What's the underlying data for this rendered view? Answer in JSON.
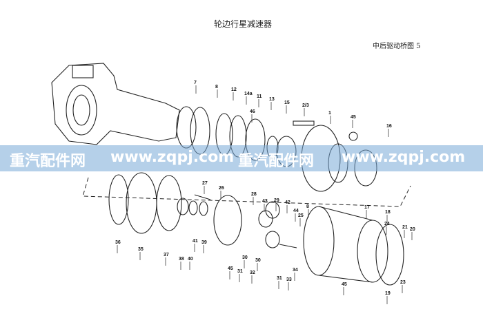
{
  "header": {
    "title": "轮边行星减速器",
    "subtitle": "中后驱动桥图 5"
  },
  "watermark": {
    "segments": [
      "重汽配件网",
      "www.zqpj.com",
      "重汽配件网",
      "www.zqpj.com"
    ],
    "color": "#78aad7"
  },
  "diagram": {
    "top_labels": [
      "7",
      "8",
      "12",
      "14a",
      "11",
      "46",
      "13",
      "15",
      "2/3",
      "1",
      "45",
      "16"
    ],
    "bottom_labels": [
      "27",
      "26",
      "28",
      "43",
      "29",
      "42",
      "44",
      "25",
      "8",
      "17",
      "18",
      "24",
      "21",
      "20",
      "23",
      "19",
      "45",
      "36",
      "35",
      "37",
      "38",
      "40",
      "41",
      "39",
      "45",
      "31",
      "30",
      "32",
      "30",
      "31",
      "33",
      "34"
    ]
  }
}
